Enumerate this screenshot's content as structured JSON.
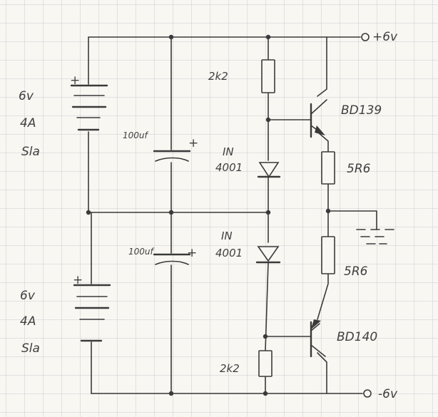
{
  "labels": {
    "supply_pos": "+6v",
    "supply_neg": "-6v",
    "battery_top": {
      "volt": "6v",
      "amp": "4A",
      "type": "Sla"
    },
    "battery_bottom": {
      "volt": "6v",
      "amp": "4A",
      "type": "Sla"
    },
    "cap_top": "100uf",
    "cap_bottom": "100uf",
    "plus": "+",
    "res_top": "2k2",
    "res_bottom": "2k2",
    "diode_top": {
      "l1": "IN",
      "l2": "4001"
    },
    "diode_bottom": {
      "l1": "IN",
      "l2": "4001"
    },
    "transistor_top": "BD139",
    "transistor_bottom": "BD140",
    "emitter_res_top": "5R6",
    "emitter_res_bottom": "5R6"
  },
  "colors": {
    "ink": "#3a3a3a",
    "paper": "#f8f7f2",
    "grid": "#8c96a5"
  }
}
